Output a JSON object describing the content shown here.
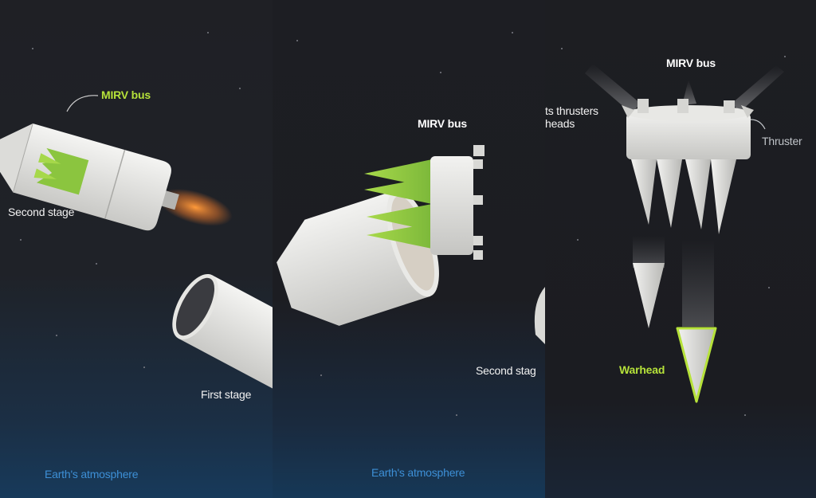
{
  "panel1": {
    "mirv_bus": "MIRV bus",
    "second_stage": "Second stage",
    "first_stage": "First stage",
    "atmosphere": "Earth's atmosphere"
  },
  "panel2": {
    "mirv_bus": "MIRV bus",
    "second_stage": "Second stag",
    "atmosphere": "Earth's atmosphere"
  },
  "panel3": {
    "mirv_bus": "MIRV bus",
    "thrusters_line1": "ts thrusters",
    "thrusters_line2": "heads",
    "thruster": "Thruster",
    "warhead": "Warhead"
  },
  "colors": {
    "accent_green": "#b6e23a",
    "atmosphere_blue": "#3d8fd6",
    "background": "#1d1e23"
  }
}
